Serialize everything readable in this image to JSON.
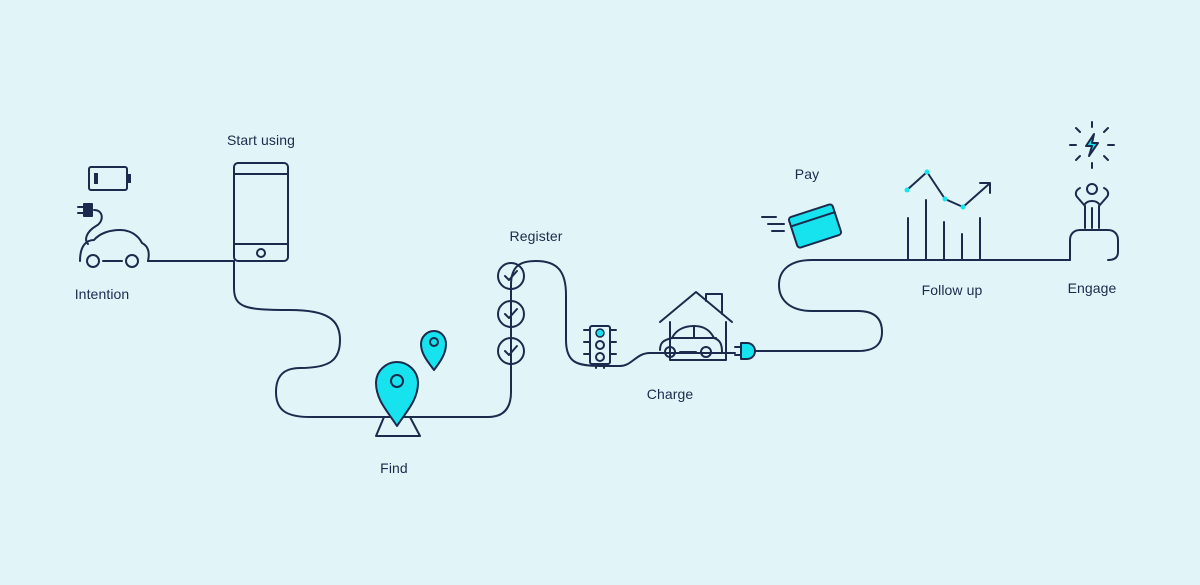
{
  "colors": {
    "background": "#e1f5f8",
    "line": "#1a2b4d",
    "accent": "#17e3ef"
  },
  "steps": [
    {
      "id": "intention",
      "label": "Intention",
      "icon": "car-charging-icon"
    },
    {
      "id": "start-using",
      "label": "Start using",
      "icon": "smartphone-icon"
    },
    {
      "id": "find",
      "label": "Find",
      "icon": "map-pin-icon"
    },
    {
      "id": "register",
      "label": "Register",
      "icon": "checklist-icon"
    },
    {
      "id": "charge",
      "label": "Charge",
      "icon": "home-charging-icon"
    },
    {
      "id": "pay",
      "label": "Pay",
      "icon": "credit-card-icon"
    },
    {
      "id": "follow-up",
      "label": "Follow up",
      "icon": "growth-chart-icon"
    },
    {
      "id": "engage",
      "label": "Engage",
      "icon": "celebrating-person-icon"
    }
  ]
}
